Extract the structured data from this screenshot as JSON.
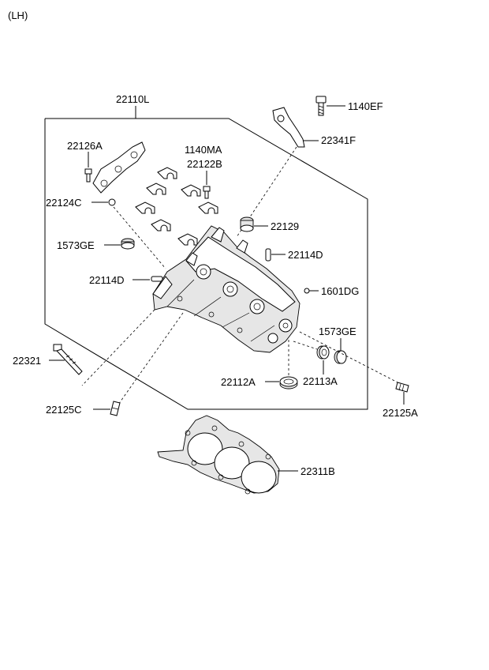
{
  "view_label": "(LH)",
  "parts": {
    "p22110L": "22110L",
    "p1140EF": "1140EF",
    "p22341F": "22341F",
    "p22126A": "22126A",
    "p1140MA": "1140MA",
    "p22122B": "22122B",
    "p22124C": "22124C",
    "p22129": "22129",
    "p1573GE_left": "1573GE",
    "p22114D_right": "22114D",
    "p22114D_left": "22114D",
    "p1601DG": "1601DG",
    "p1573GE_right": "1573GE",
    "p22321": "22321",
    "p22112A": "22112A",
    "p22113A": "22113A",
    "p22125C": "22125C",
    "p22125A": "22125A",
    "p22311B": "22311B"
  }
}
